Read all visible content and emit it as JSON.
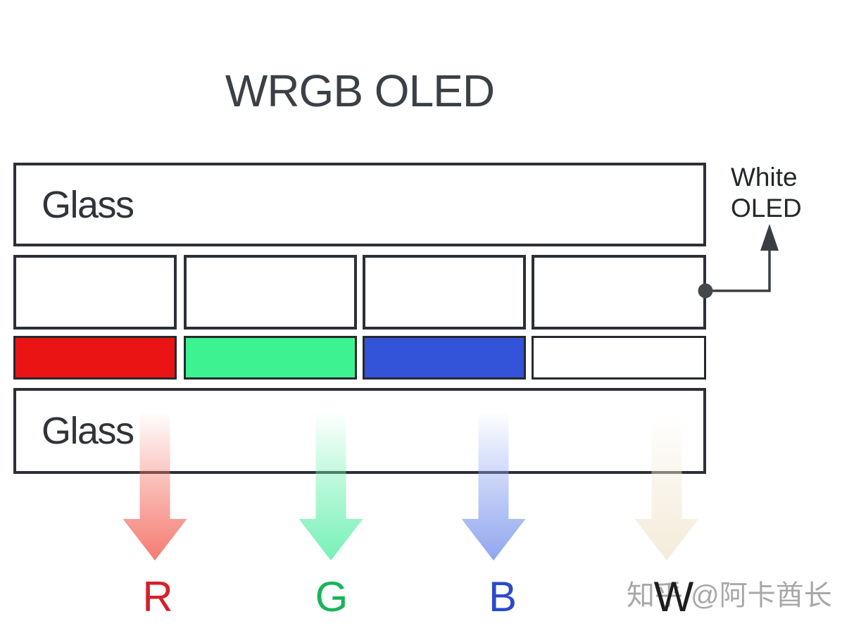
{
  "title": "WRGB OLED",
  "glass": {
    "top_label": "Glass",
    "bottom_label": "Glass"
  },
  "white_oled_row": {
    "cell_count": 4
  },
  "callout": {
    "label": "White\nOLED"
  },
  "channels": [
    {
      "name": "red",
      "letter": "R",
      "filter_color": "#ea1414",
      "arrow_color": "#f4756a",
      "letter_color": "#d42127"
    },
    {
      "name": "green",
      "letter": "G",
      "filter_color": "#3df291",
      "arrow_color": "#6ff0b3",
      "letter_color": "#17b558"
    },
    {
      "name": "blue",
      "letter": "B",
      "filter_color": "#3354d8",
      "arrow_color": "#8aa2ee",
      "letter_color": "#2a49cd"
    },
    {
      "name": "white",
      "letter": "W",
      "filter_color": "#ffffff",
      "arrow_color": "#f3ecda",
      "letter_color": "#1d1d1d"
    }
  ],
  "ink_color": "#2c3036",
  "watermark": {
    "text": "知乎 @阿卡酋长",
    "color": "#a8a8a8"
  }
}
